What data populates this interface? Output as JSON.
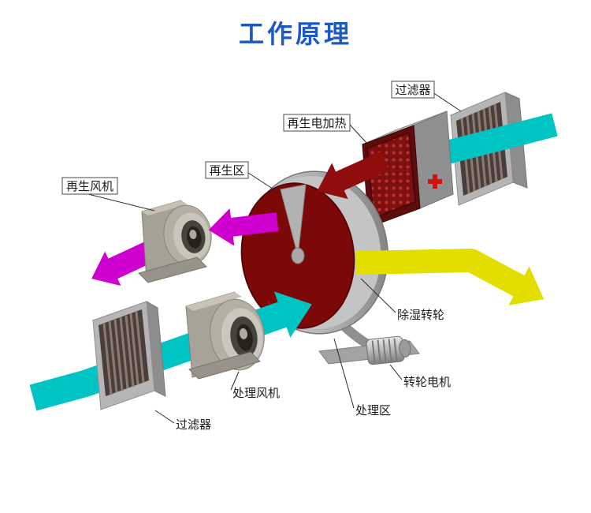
{
  "title": "工作原理",
  "labels": {
    "filter_top": "过滤器",
    "regen_heater": "再生电加热",
    "regen_zone": "再生区",
    "regen_fan": "再生风机",
    "desiccant_wheel": "除湿转轮",
    "wheel_motor": "转轮电机",
    "process_fan": "处理风机",
    "process_zone": "处理区",
    "filter_bottom": "过滤器"
  },
  "colors": {
    "title_blue": "#1d58c5",
    "process_air_cyan": "#00c3c3",
    "regen_exhaust_magenta": "#cf00cf",
    "hot_air_red": "#8f0d0d",
    "dry_air_yellow": "#e4de00",
    "wheel_face_red": "#7c0808"
  }
}
